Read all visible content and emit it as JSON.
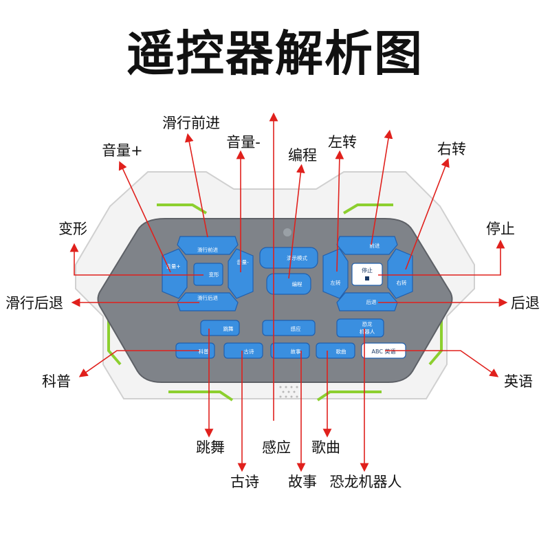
{
  "title": "遥控器解析图",
  "labels": {
    "slide_forward": "滑行前进",
    "volume_up": "音量+",
    "volume_down": "音量-",
    "program": "编程",
    "turn_left": "左转",
    "turn_right": "右转",
    "transform": "变形",
    "stop": "停止",
    "slide_back": "滑行后退",
    "back": "后退",
    "science": "科普",
    "english": "英语",
    "dance": "跳舞",
    "sense": "感应",
    "song": "歌曲",
    "poem": "古诗",
    "story": "故事",
    "dino_robot": "恐龙机器人"
  },
  "buttons": {
    "slide_forward": "滑行前进",
    "slide_back": "滑行后退",
    "vol_up": "音量+",
    "vol_down": "音量-",
    "transform": "变形",
    "demo_mode": "演示模式",
    "program": "编程",
    "forward": "前进",
    "back": "后退",
    "left": "左转",
    "right": "右转",
    "stop": "停止",
    "dance": "跳舞",
    "sense": "感应",
    "dino_line1": "恐龙",
    "dino_line2": "机器人",
    "science": "科普",
    "poem": "古诗",
    "story": "故事",
    "song": "歌曲",
    "english": "ABC 英语"
  },
  "colors": {
    "button": "#3a8fe0",
    "panel": "#7f8389",
    "body": "#f1f1f1",
    "accent": "#8ccf2f",
    "arrow": "#e0201c"
  }
}
